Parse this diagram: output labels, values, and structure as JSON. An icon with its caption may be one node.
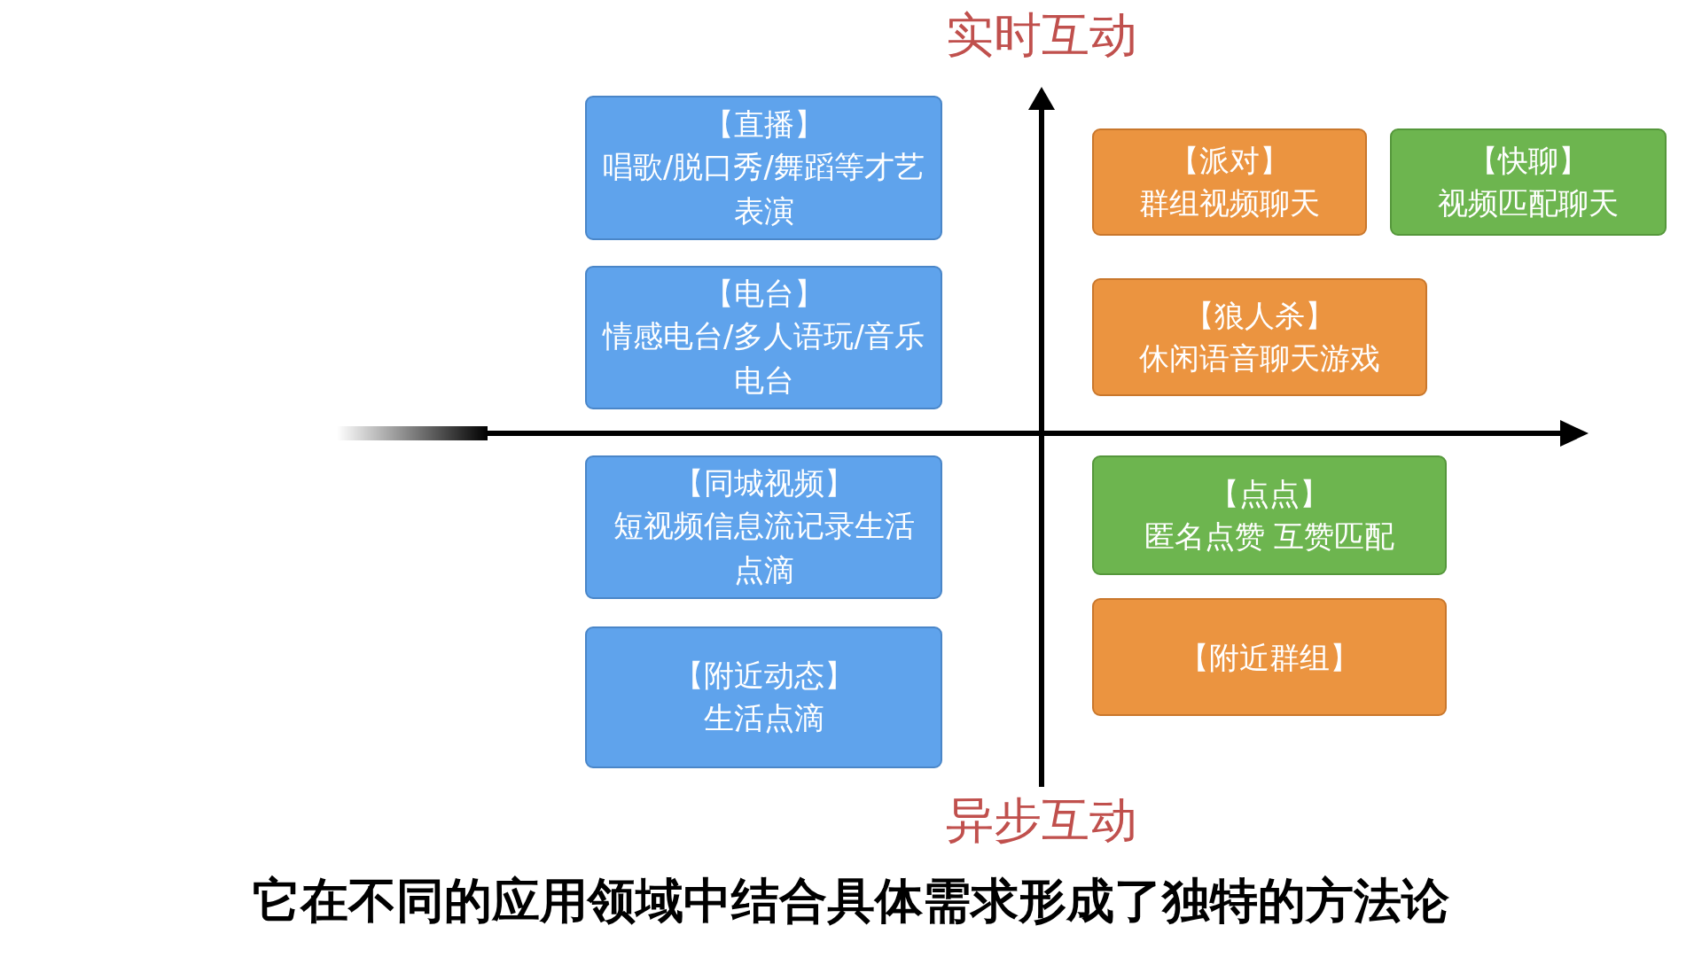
{
  "diagram": {
    "nodes": [
      {
        "text": [
          "【直播】",
          "唱歌/脱口秀/舞蹈等才艺表演"
        ]
      },
      {
        "text": [
          "【电台】",
          "情感电台/多人语玩/音乐电台"
        ]
      },
      {
        "text": [
          "【同城视频】",
          "短视频信息流记录生活点滴"
        ]
      },
      {
        "text": [
          "【附近动态】",
          "生活点滴"
        ]
      },
      {
        "text": [
          "【派对】",
          "群组视频聊天"
        ]
      },
      {
        "text": [
          "【快聊】",
          "视频匹配聊天"
        ]
      },
      {
        "text": [
          "【狼人杀】",
          "休闲语音聊天游戏"
        ]
      },
      {
        "text": [
          "【点点】",
          "匿名点赞 互赞匹配"
        ]
      },
      {
        "text": [
          "【附近群组】"
        ]
      }
    ],
    "edges": [],
    "labels": [
      "实时互动",
      "异步互动",
      "它在不同的应用领域中结合具体需求形成了独特的方法论"
    ]
  }
}
